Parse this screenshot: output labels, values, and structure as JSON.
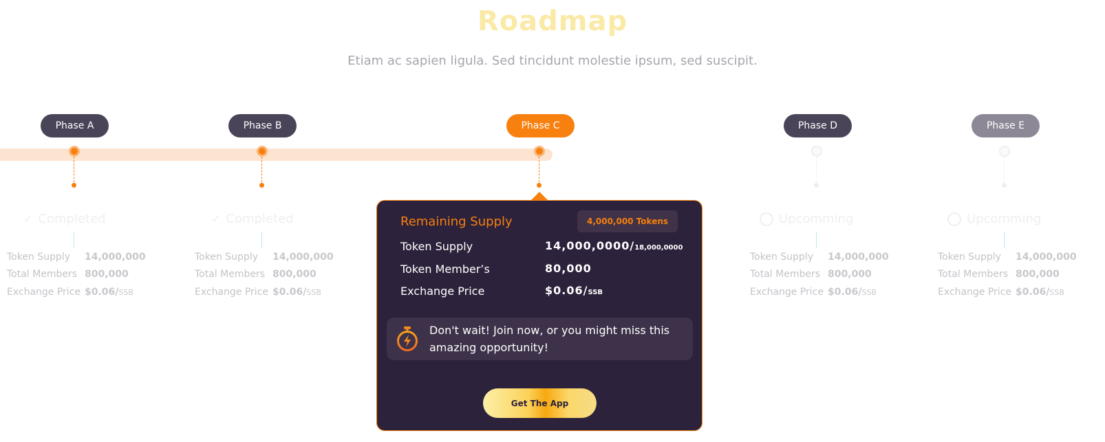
{
  "title": "Roadmap",
  "subtitle": "Etiam ac sapien ligula. Sed tincidunt molestie ipsum, sed suscipit.",
  "phases": [
    {
      "label": "Phase A",
      "status": "Completed",
      "token_supply_label": "Token Supply",
      "token_supply": "14,000,000",
      "members_label": "Total Members",
      "members": "800,000",
      "price_label": "Exchange Price",
      "price": "$0.06/",
      "price_unit": "SSB"
    },
    {
      "label": "Phase B",
      "status": "Completed",
      "token_supply_label": "Token Supply",
      "token_supply": "14,000,000",
      "members_label": "Total Members",
      "members": "800,000",
      "price_label": "Exchange Price",
      "price": "$0.06/",
      "price_unit": "SSB"
    },
    {
      "label": "Phase C"
    },
    {
      "label": "Phase D",
      "status": "Upcomming",
      "token_supply_label": "Token Supply",
      "token_supply": "14,000,000",
      "members_label": "Total Members",
      "members": "800,000",
      "price_label": "Exchange Price",
      "price": "$0.06/",
      "price_unit": "SSB"
    },
    {
      "label": "Phase E",
      "status": "Upcomming",
      "token_supply_label": "Token Supply",
      "token_supply": "14,000,000",
      "members_label": "Total Members",
      "members": "800,000",
      "price_label": "Exchange Price",
      "price": "$0.06/",
      "price_unit": "SSB"
    }
  ],
  "active_card": {
    "remaining_label": "Remaining Supply",
    "remaining_badge": "4,000,000 Tokens",
    "token_supply_label": "Token Supply",
    "token_supply_value": "14,000,0000/",
    "token_supply_total": "18,000,0000",
    "members_label": "Token Member’s",
    "members_value": "80,000",
    "price_label": "Exchange Price",
    "price_value": "$0.06/",
    "price_unit": "SSB",
    "notice": "Don't wait! Join now, or you might miss this amazing opportunity!",
    "cta": "Get The App"
  },
  "colors": {
    "accent": "#f7800f",
    "dark": "#2d223b",
    "pill": "#4a4458"
  }
}
